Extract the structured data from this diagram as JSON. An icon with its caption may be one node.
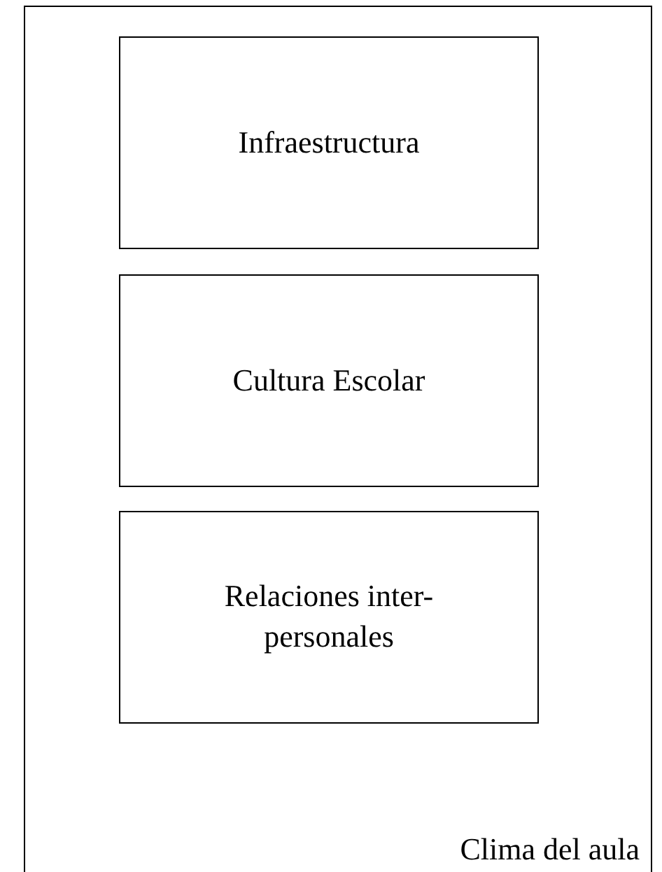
{
  "diagram": {
    "nodes": [
      {
        "text": [
          "Clima del aula"
        ]
      },
      {
        "text": [
          "Infraestructura"
        ],
        "in": 0
      },
      {
        "text": [
          "Cultura Escolar"
        ],
        "in": 0
      },
      {
        "text": [
          "Relaciones inter- personales"
        ],
        "in": 0
      }
    ]
  }
}
